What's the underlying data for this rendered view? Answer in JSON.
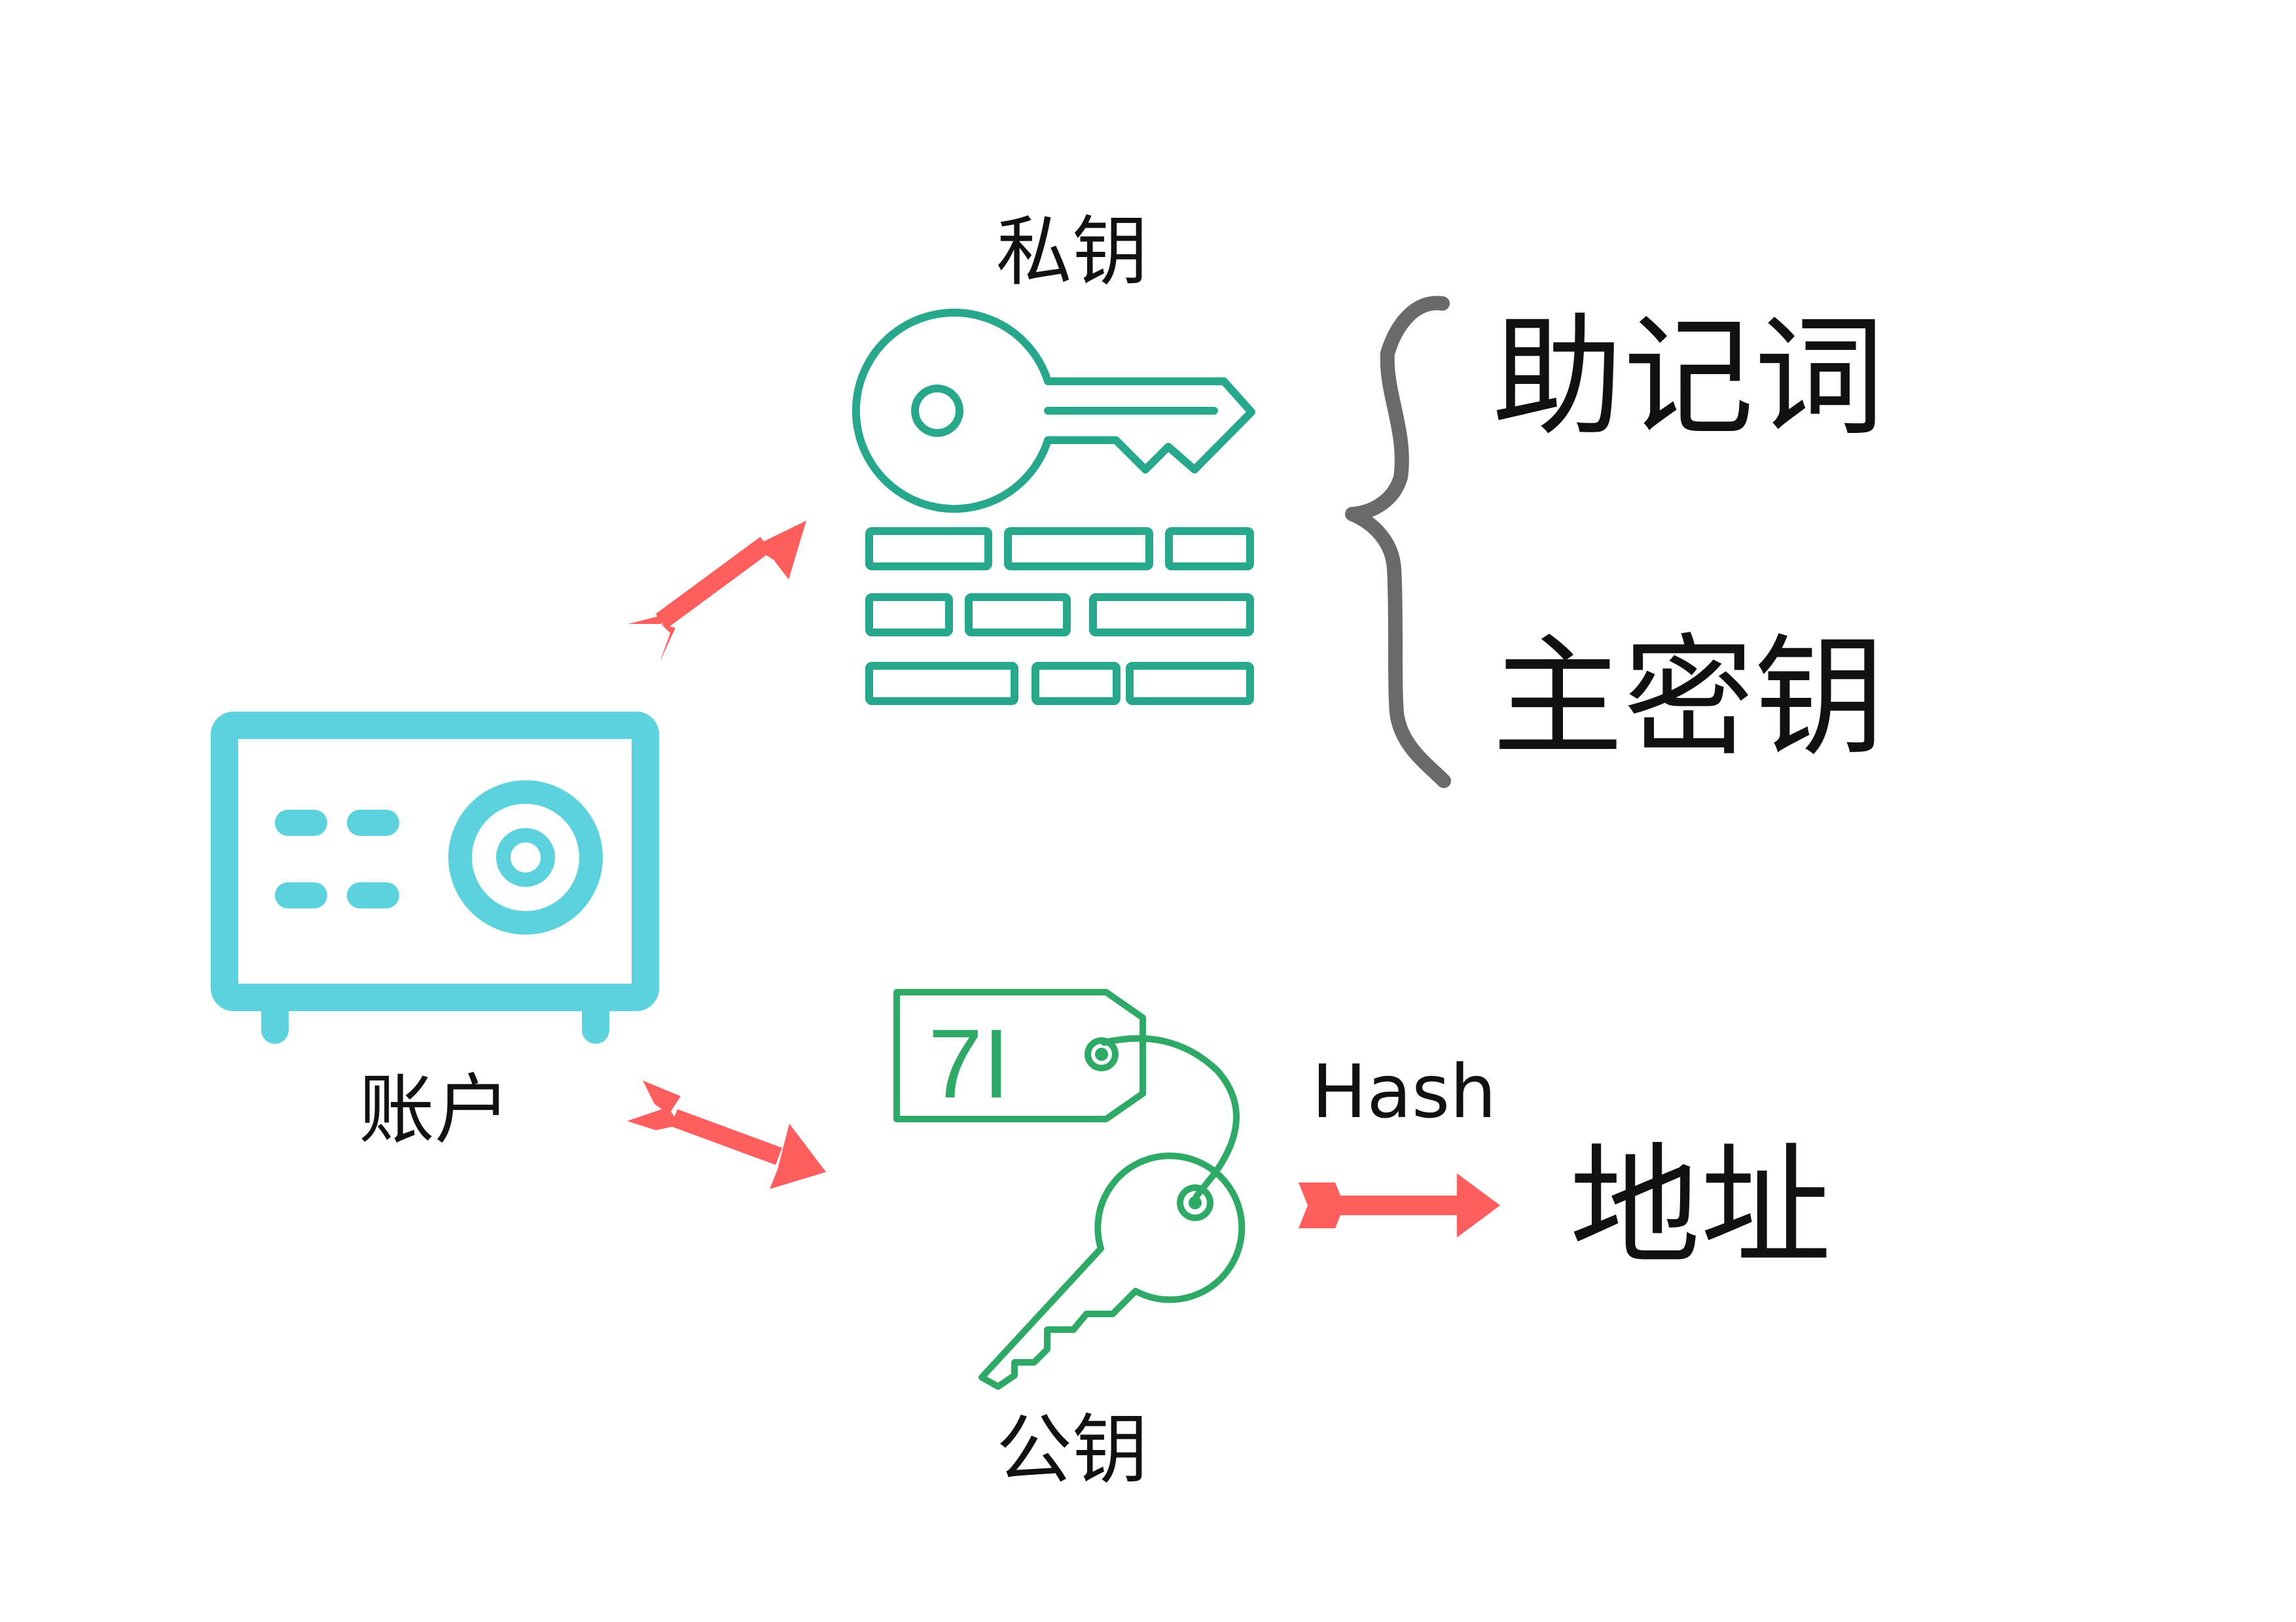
{
  "labels": {
    "account": "账户",
    "private_key": "私钥",
    "public_key": "公钥",
    "mnemonic": "助记词",
    "master_key": "主密钥",
    "hash": "Hash",
    "address": "地址"
  },
  "public_key_tag_text": "7I",
  "colors": {
    "safe": "#5bd2dd",
    "private_key": "#27a88c",
    "public_key": "#2eaa66",
    "arrow": "#ff5e5e",
    "brace": "#6a6a6a",
    "text": "#111111"
  },
  "icons": {
    "account": "safe-icon",
    "private_key": "key-with-mnemonic-grid-icon",
    "public_key": "key-with-tag-icon"
  }
}
